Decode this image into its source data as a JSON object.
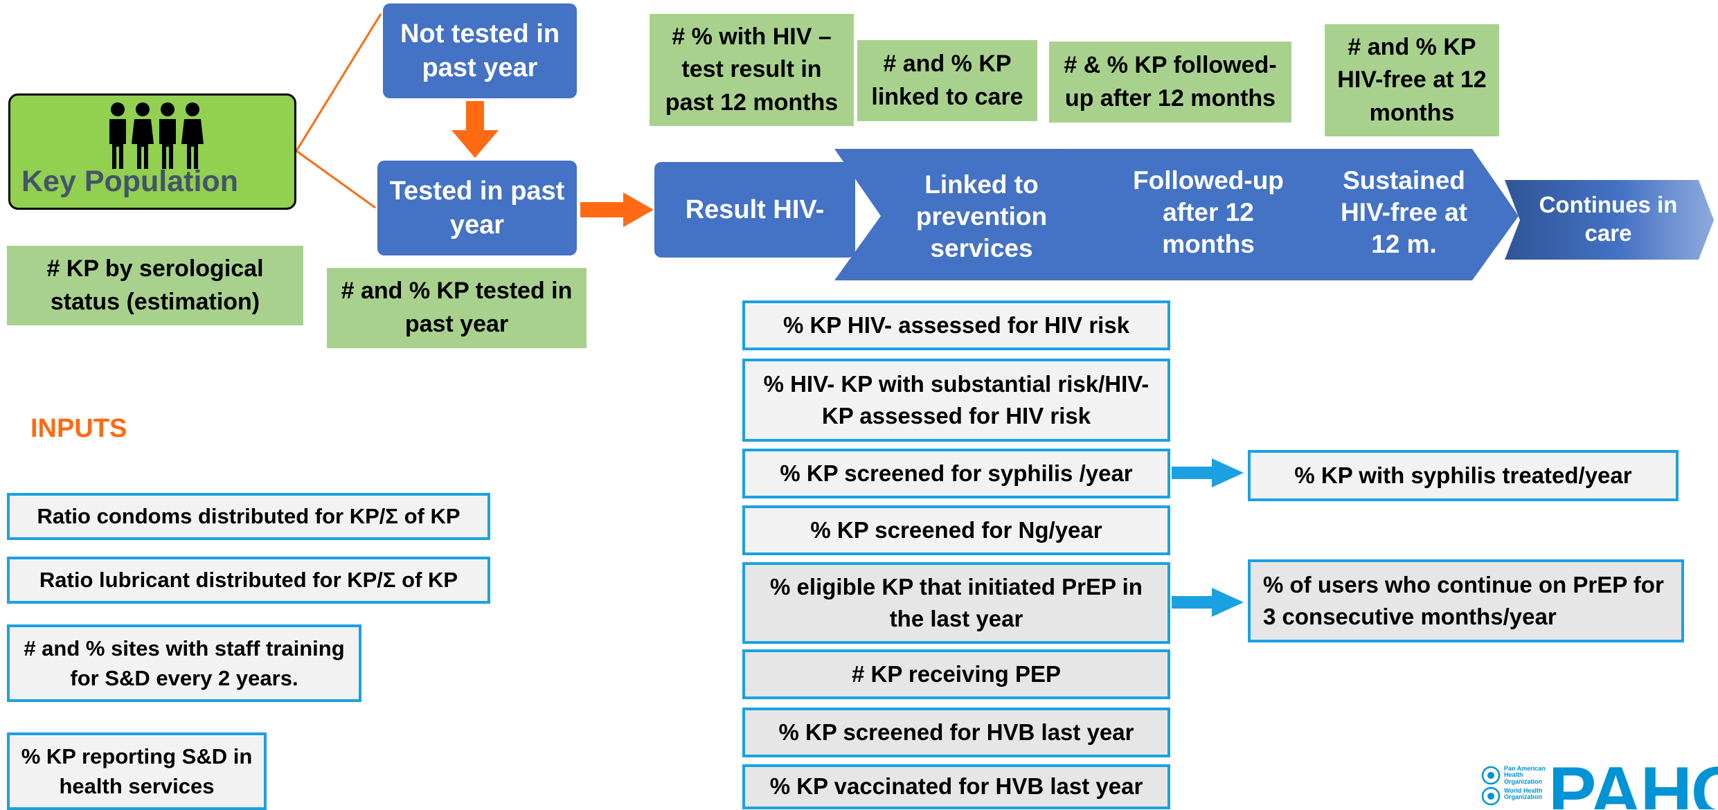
{
  "key_population": {
    "label": "Key Population",
    "icon": "people-group-icon"
  },
  "not_tested": "Not tested in past year",
  "tested": "Tested in past year",
  "result": "Result HIV-",
  "cascade": [
    {
      "label": "Linked to prevention services"
    },
    {
      "label": "Followed-up after 12 months"
    },
    {
      "label": "Sustained HIV-free at 12 m."
    },
    {
      "label": "Continues in care"
    }
  ],
  "top_indicators": [
    "# % with HIV – test result in past 12 months",
    "# and % KP linked to care",
    "# & % KP followed-up after 12 months",
    "# and % KP HIV-free at 12 months"
  ],
  "kp_serological": "# KP  by serological status (estimation)",
  "kp_tested": "# and % KP tested in past year",
  "inputs": {
    "heading": "INPUTS",
    "items": [
      "Ratio condoms distributed for KP/Σ of KP",
      "Ratio lubricant distributed for KP/Σ of KP",
      "# and %  sites with staff training for S&D every 2 years.",
      "%  KP reporting S&D in health services"
    ]
  },
  "prevention_indicators": [
    "% KP HIV- assessed for HIV risk",
    "% HIV- KP with substantial risk/HIV- KP assessed for HIV risk",
    "% KP screened for syphilis /year",
    "% KP screened for Ng/year",
    "% eligible KP that initiated PrEP in the last year",
    "# KP receiving PEP",
    "% KP screened for HVB last year",
    "% KP vaccinated for HVB last year"
  ],
  "side_indicators": [
    "% KP with syphilis treated/year",
    "% of users who continue on PrEP for 3 consecutive months/year"
  ],
  "logo": {
    "text": "PAHO",
    "org1": "Pan American Health Organization",
    "org2": "World Health Organization"
  },
  "colors": {
    "blue": "#4472c4",
    "green_light": "#a9d18e",
    "green_bright": "#92d050",
    "orange": "#ff6a13",
    "cyan": "#1ba1e2",
    "paho_blue": "#0093d5"
  }
}
